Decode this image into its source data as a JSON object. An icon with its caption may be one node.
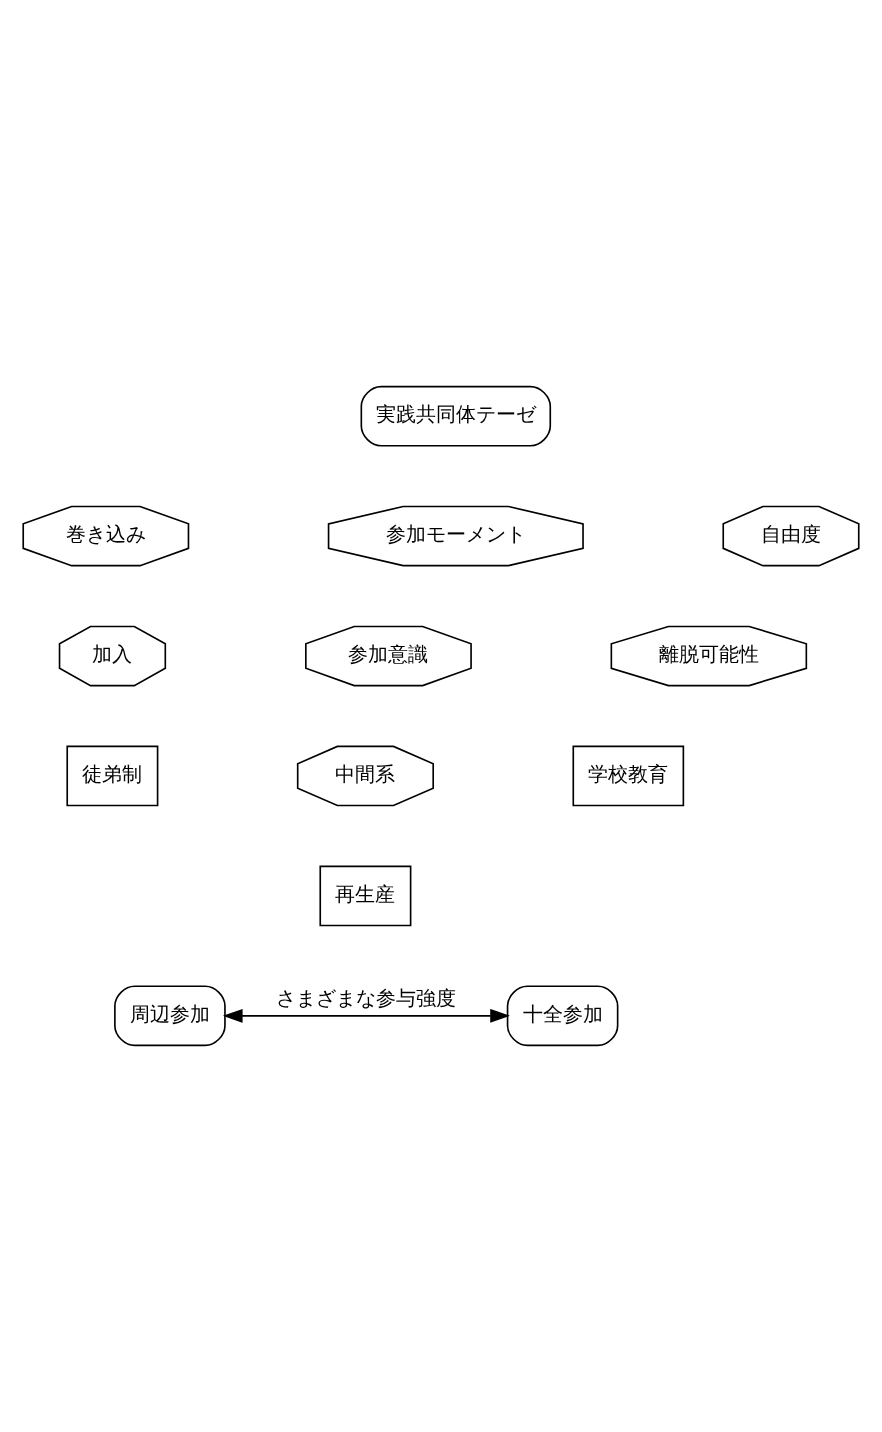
{
  "diagram": {
    "nodes": [
      {
        "text": [
          "実践共同体テーゼ"
        ]
      },
      {
        "text": [
          "巻き込み"
        ]
      },
      {
        "text": [
          "参加モーメント"
        ]
      },
      {
        "text": [
          "自由度"
        ]
      },
      {
        "text": [
          "加入"
        ]
      },
      {
        "text": [
          "参加意識"
        ]
      },
      {
        "text": [
          "離脱可能性"
        ]
      },
      {
        "text": [
          "徒弟制"
        ]
      },
      {
        "text": [
          "中間系"
        ]
      },
      {
        "text": [
          "学校教育"
        ]
      },
      {
        "text": [
          "再生産"
        ]
      },
      {
        "text": [
          "周辺参加"
        ]
      },
      {
        "text": [
          "十全参加"
        ]
      }
    ],
    "edges": [
      {
        "from": 11,
        "to": 12,
        "arrow": "both",
        "label": "さまざまな参与強度"
      }
    ]
  }
}
